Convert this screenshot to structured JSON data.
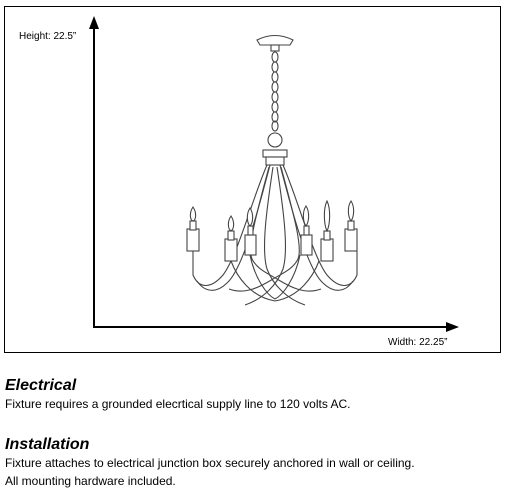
{
  "diagram": {
    "height_label": "Height: 22.5”",
    "width_label": "Width: 22.25”",
    "line_color": "#000000",
    "fixture_color": "#444444"
  },
  "sections": {
    "electrical": {
      "title": "Electrical",
      "lines": [
        "Fixture requires a grounded elecrtical supply line to 120 volts AC."
      ]
    },
    "installation": {
      "title": "Installation",
      "lines": [
        "Fixture attaches to electrical junction box securely anchored in wall or ceiling.",
        "All mounting hardware included."
      ]
    }
  }
}
